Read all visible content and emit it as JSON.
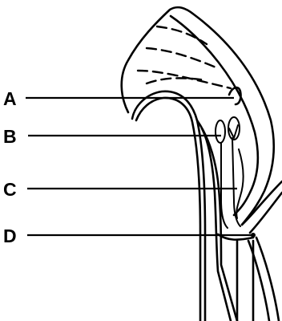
{
  "labels": [
    {
      "key": "a",
      "text": "A"
    },
    {
      "key": "b",
      "text": "B"
    },
    {
      "key": "c",
      "text": "C"
    },
    {
      "key": "d",
      "text": "D"
    }
  ]
}
